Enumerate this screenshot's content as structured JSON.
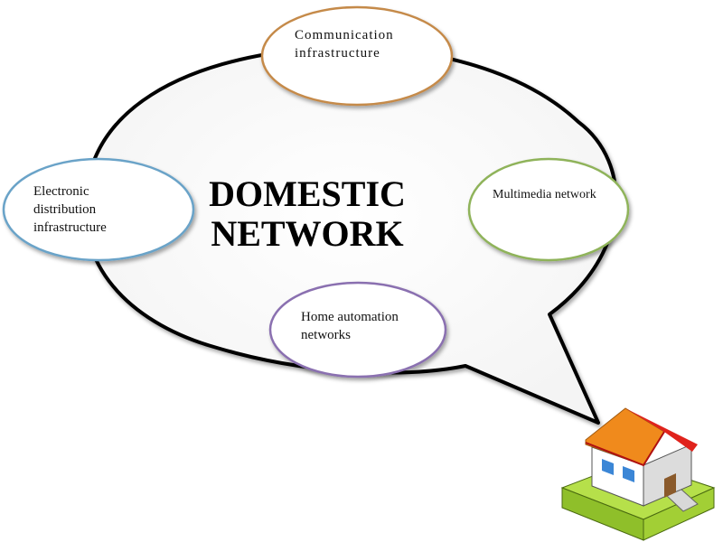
{
  "diagram": {
    "title": "DOMESTIC\nNETWORK",
    "nodes": [
      {
        "id": "communication",
        "label": "Communication\ninfrastructure",
        "color": "#c58a4a"
      },
      {
        "id": "multimedia",
        "label": "Multimedia network",
        "color": "#8fb35a"
      },
      {
        "id": "home-automation",
        "label": "Home automation\nnetworks",
        "color": "#8a6fb0"
      },
      {
        "id": "electronic-distribution",
        "label": "Electronic\ndistribution\ninfrastructure",
        "color": "#6aa3c8"
      }
    ],
    "house": {
      "icon": "house-icon",
      "roof_color": "#f08a1c",
      "roof_edge_color": "#e0231c",
      "grass_color": "#b6e04a",
      "wall_color": "#ffffff",
      "window_color": "#3b86d6",
      "door_color": "#8a5a2b"
    }
  }
}
